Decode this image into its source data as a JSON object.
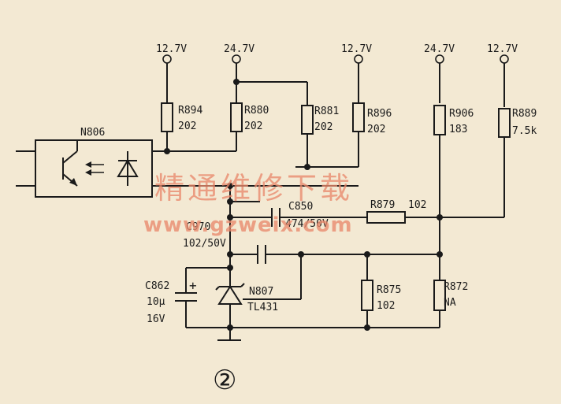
{
  "rails": {
    "r894_supply": "12.7V",
    "r880_supply": "24.7V",
    "r896_supply": "12.7V",
    "r906_supply": "24.7V",
    "r889_supply": "12.7V"
  },
  "components": {
    "n806": {
      "ref": "N806"
    },
    "r894": {
      "ref": "R894",
      "value": "202"
    },
    "r880": {
      "ref": "R880",
      "value": "202"
    },
    "r881": {
      "ref": "R881",
      "value": "202"
    },
    "r896": {
      "ref": "R896",
      "value": "202"
    },
    "r906": {
      "ref": "R906",
      "value": "183"
    },
    "r889": {
      "ref": "R889",
      "value": "7.5k"
    },
    "c850": {
      "ref": "C850",
      "value": "474/50V"
    },
    "r879": {
      "ref": "R879",
      "value": "102"
    },
    "c970": {
      "ref": "C970",
      "value": "102/50V"
    },
    "c862": {
      "ref": "C862",
      "value": "10μ",
      "voltage": "16V",
      "polarity": "+"
    },
    "n807": {
      "ref": "N807",
      "part": "TL431"
    },
    "r875": {
      "ref": "R875",
      "value": "102"
    },
    "r872": {
      "ref": "R872",
      "value": "NA"
    }
  },
  "watermark": {
    "chinese": "精通维修下载",
    "url": "www.gzweix.com"
  },
  "figure_number": "②"
}
